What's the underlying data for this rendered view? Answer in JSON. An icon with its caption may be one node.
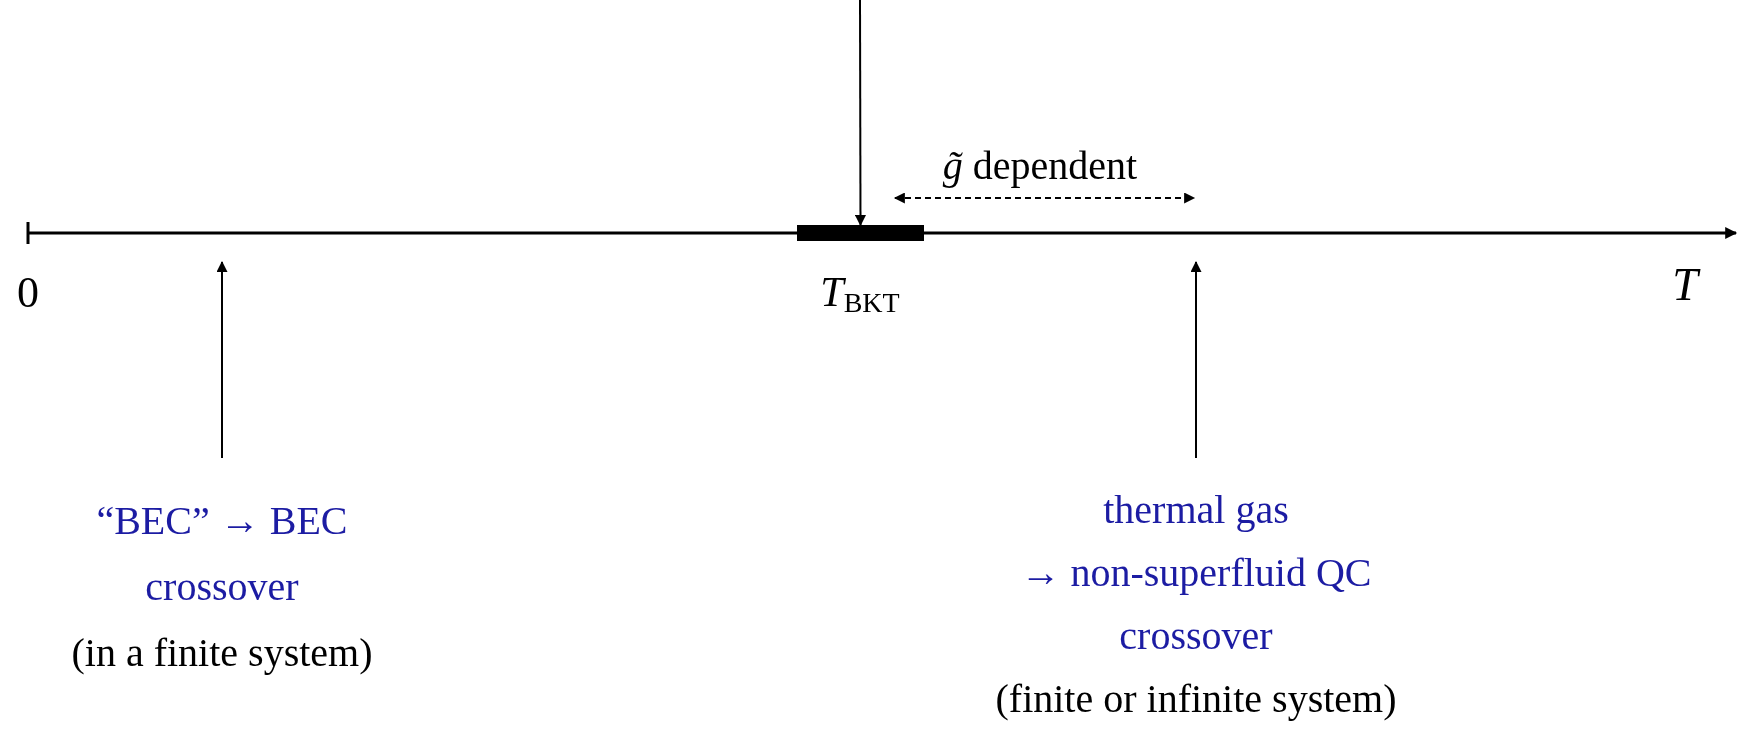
{
  "diagram": {
    "nodes": [
      {
        "text": [],
        "shape": "line",
        "beside": [
          "0",
          "T"
        ]
      },
      {
        "text": [],
        "shape": "bar",
        "beside": [
          "*T*$_{BKT}$"
        ],
        "in": 0
      },
      {
        "text": [
          "“BEC” → BEC crossover",
          "(in a finite system)"
        ]
      },
      {
        "text": [
          "thermal gas → non-superfluid QC crossover",
          "(finite or infinite system)"
        ]
      }
    ],
    "edges": [
      {
        "from": 2,
        "to": 0,
        "arrow": "to"
      },
      {
        "from": 3,
        "to": 0,
        "arrow": "to"
      },
      {
        "from": null,
        "to": 1,
        "arrow": "to"
      }
    ],
    "labels": [
      "*g̃* dependent"
    ]
  }
}
